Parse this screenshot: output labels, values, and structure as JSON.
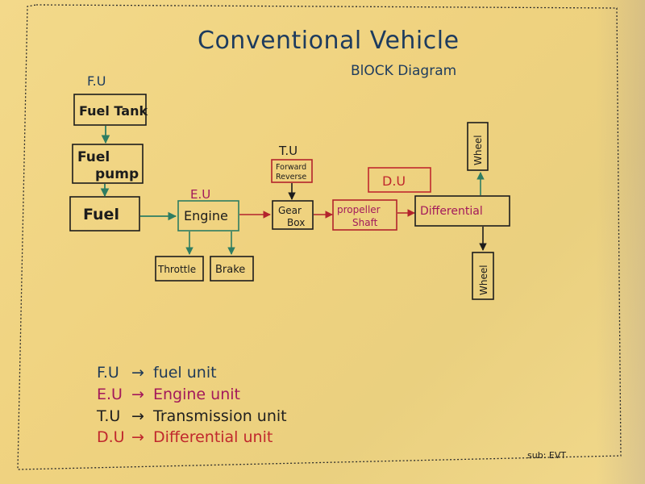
{
  "title": "Conventional Vehicle",
  "subtitle": "BlOCK Diagram",
  "subject": "sub: EVT",
  "unit_labels": {
    "fu": "F.U",
    "eu": "E.U",
    "tu": "T.U",
    "du": "D.U"
  },
  "blocks": {
    "fuel_tank": "Fuel Tank",
    "fuel_pump_line1": "Fuel",
    "fuel_pump_line2": "pump",
    "fuel": "Fuel",
    "engine": "Engine",
    "throttle": "Throttle",
    "brake": "Brake",
    "forward_reverse_line1": "Forward",
    "forward_reverse_line2": "Reverse",
    "gear_box_line1": "Gear",
    "gear_box_line2": "Box",
    "propeller_shaft_line1": "propeller",
    "propeller_shaft_line2": "Shaft",
    "differential": "Differential",
    "wheel_top": "Wheel",
    "wheel_bottom": "Wheel"
  },
  "legend": [
    {
      "abbr": "F.U",
      "meaning": "fuel unit",
      "color": "#1f3a58"
    },
    {
      "abbr": "E.U",
      "meaning": "Engine unit",
      "color": "#a3195b"
    },
    {
      "abbr": "T.U",
      "meaning": "Transmission unit",
      "color": "#202020"
    },
    {
      "abbr": "D.U",
      "meaning": "Differential unit",
      "color": "#c0282d"
    }
  ],
  "colors": {
    "ink_black": "#1c1c1c",
    "ink_blue": "#1d3b5e",
    "ink_green": "#2e7d62",
    "ink_red": "#b3232c",
    "ink_magenta": "#a3195b",
    "paper": "#efd27f"
  }
}
